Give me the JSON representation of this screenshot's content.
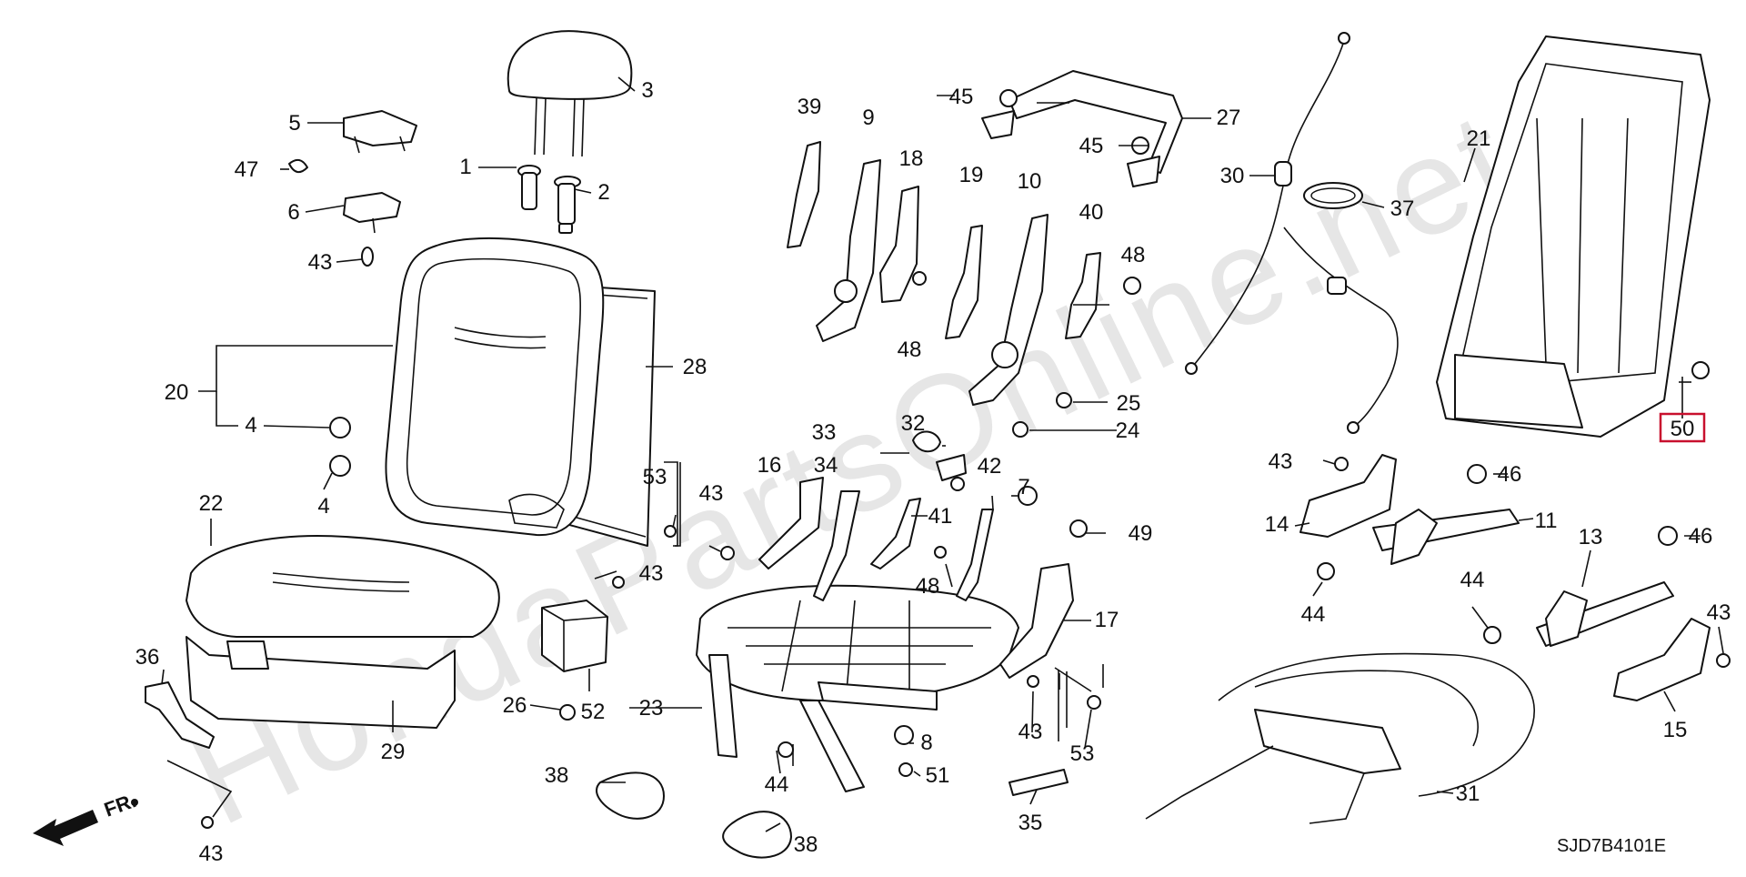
{
  "diagram_code": "SJD7B4101E",
  "watermark": "HondaPartsOnline.net",
  "front_marker": "FR.",
  "highlight_color": "#c8102e",
  "ink_color": "#111111",
  "callouts": [
    {
      "key": "n1",
      "label": "1"
    },
    {
      "key": "n2",
      "label": "2"
    },
    {
      "key": "n3",
      "label": "3"
    },
    {
      "key": "n4a",
      "label": "4"
    },
    {
      "key": "n4b",
      "label": "4"
    },
    {
      "key": "n5",
      "label": "5"
    },
    {
      "key": "n6",
      "label": "6"
    },
    {
      "key": "n7",
      "label": "7"
    },
    {
      "key": "n8",
      "label": "8"
    },
    {
      "key": "n9",
      "label": "9"
    },
    {
      "key": "n10",
      "label": "10"
    },
    {
      "key": "n11",
      "label": "11"
    },
    {
      "key": "n13",
      "label": "13"
    },
    {
      "key": "n14",
      "label": "14"
    },
    {
      "key": "n15",
      "label": "15"
    },
    {
      "key": "n16",
      "label": "16"
    },
    {
      "key": "n17",
      "label": "17"
    },
    {
      "key": "n18",
      "label": "18"
    },
    {
      "key": "n19",
      "label": "19"
    },
    {
      "key": "n20",
      "label": "20"
    },
    {
      "key": "n21",
      "label": "21"
    },
    {
      "key": "n22",
      "label": "22"
    },
    {
      "key": "n23",
      "label": "23"
    },
    {
      "key": "n24",
      "label": "24"
    },
    {
      "key": "n25",
      "label": "25"
    },
    {
      "key": "n26",
      "label": "26"
    },
    {
      "key": "n27",
      "label": "27"
    },
    {
      "key": "n28",
      "label": "28"
    },
    {
      "key": "n29",
      "label": "29"
    },
    {
      "key": "n30",
      "label": "30"
    },
    {
      "key": "n31",
      "label": "31"
    },
    {
      "key": "n32",
      "label": "32"
    },
    {
      "key": "n33",
      "label": "33"
    },
    {
      "key": "n34",
      "label": "34"
    },
    {
      "key": "n35",
      "label": "35"
    },
    {
      "key": "n36",
      "label": "36"
    },
    {
      "key": "n37",
      "label": "37"
    },
    {
      "key": "n38a",
      "label": "38"
    },
    {
      "key": "n38b",
      "label": "38"
    },
    {
      "key": "n39",
      "label": "39"
    },
    {
      "key": "n40",
      "label": "40"
    },
    {
      "key": "n41",
      "label": "41"
    },
    {
      "key": "n42",
      "label": "42"
    },
    {
      "key": "n43a",
      "label": "43"
    },
    {
      "key": "n43b",
      "label": "43"
    },
    {
      "key": "n43c",
      "label": "43"
    },
    {
      "key": "n43d",
      "label": "43"
    },
    {
      "key": "n43e",
      "label": "43"
    },
    {
      "key": "n43f",
      "label": "43"
    },
    {
      "key": "n43g",
      "label": "43"
    },
    {
      "key": "n44a",
      "label": "44"
    },
    {
      "key": "n44b",
      "label": "44"
    },
    {
      "key": "n44c",
      "label": "44"
    },
    {
      "key": "n45a",
      "label": "45"
    },
    {
      "key": "n45b",
      "label": "45"
    },
    {
      "key": "n46a",
      "label": "46"
    },
    {
      "key": "n46b",
      "label": "46"
    },
    {
      "key": "n47",
      "label": "47"
    },
    {
      "key": "n48a",
      "label": "48"
    },
    {
      "key": "n48b",
      "label": "48"
    },
    {
      "key": "n48c",
      "label": "48"
    },
    {
      "key": "n49",
      "label": "49"
    },
    {
      "key": "n50",
      "label": "50",
      "highlighted": true
    },
    {
      "key": "n51",
      "label": "51"
    },
    {
      "key": "n52",
      "label": "52"
    },
    {
      "key": "n53a",
      "label": "53"
    },
    {
      "key": "n53b",
      "label": "53"
    }
  ]
}
